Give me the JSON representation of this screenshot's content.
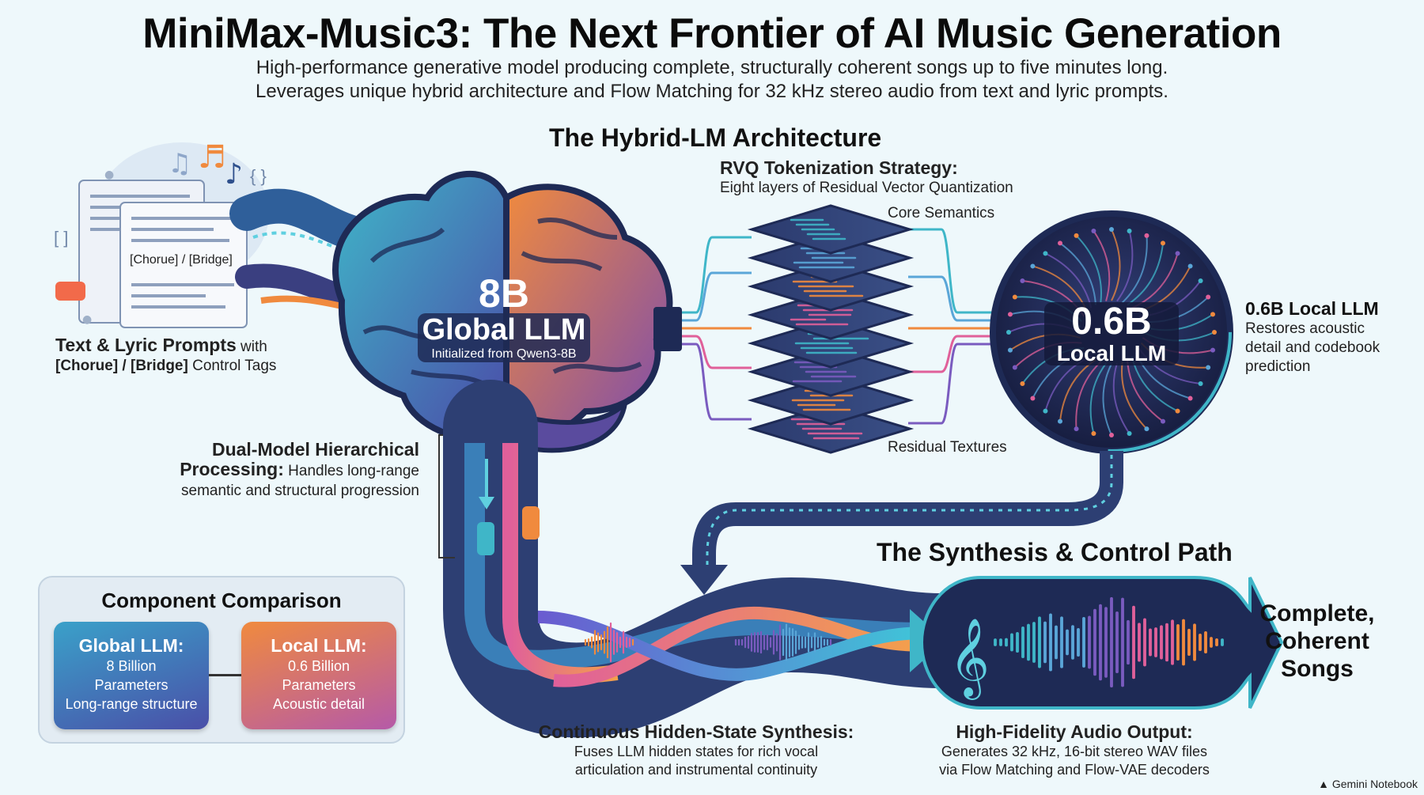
{
  "title": "MiniMax-Music3: The Next Frontier of AI Music Generation",
  "subtitle_line1": "High-performance generative model producing complete, structurally coherent songs up to five minutes long.",
  "subtitle_line2": "Leverages unique hybrid architecture and Flow Matching for 32 kHz stereo audio from text and lyric prompts.",
  "architecture": {
    "heading": "The Hybrid-LM Architecture",
    "rvq_title": "RVQ Tokenization Strategy:",
    "rvq_desc": "Eight layers of Residual Vector Quantization",
    "core_label": "Core Semantics",
    "residual_label": "Residual Textures",
    "global_llm": {
      "size": "8B",
      "name": "Global LLM",
      "note": "Initialized from Qwen3-8B"
    },
    "local_llm": {
      "size": "0.6B",
      "name": "Local LLM"
    },
    "local_desc": {
      "title": "0.6B Local LLM",
      "line1": "Restores acoustic",
      "line2": "detail and codebook",
      "line3": "prediction"
    }
  },
  "input": {
    "doc_tag": "[Chorue] / [Bridge]",
    "bracket_glyph": "[ ]",
    "brace_glyph": "{ }",
    "label_bold": "Text & Lyric Prompts",
    "label_rest": " with",
    "label_tags_bold": "[Chorue] / [Bridge]",
    "label_tags_rest": " Control Tags"
  },
  "dual_model": {
    "line1": "Dual-Model Hierarchical",
    "line2_bold": "Processing:",
    "line2_rest": " Handles long-range",
    "line3": "semantic and structural progression"
  },
  "comparison": {
    "title": "Component Comparison",
    "global": {
      "title": "Global LLM:",
      "line1": "8 Billion",
      "line2": "Parameters",
      "line3": "Long-range structure"
    },
    "local": {
      "title": "Local LLM:",
      "line1": "0.6 Billion",
      "line2": "Parameters",
      "line3": "Acoustic detail"
    }
  },
  "synthesis": {
    "heading": "The Synthesis & Control Path",
    "hidden_title": "Continuous Hidden-State Synthesis:",
    "hidden_line1": "Fuses LLM hidden states for rich vocal",
    "hidden_line2": "articulation and instrumental continuity",
    "hifi_title": "High-Fidelity Audio Output:",
    "hifi_line1": "Generates 32 kHz, 16-bit stereo WAV files",
    "hifi_line2": "via Flow Matching and Flow-VAE decoders",
    "output_line1": "Complete,",
    "output_line2": "Coherent",
    "output_line3": "Songs"
  },
  "footer": "Gemini Notebook",
  "colors": {
    "teal": "#3fb6c8",
    "orange": "#f08a3e",
    "navy": "#1e2a55",
    "purple": "#7a5bbf",
    "pink": "#e0609a"
  }
}
